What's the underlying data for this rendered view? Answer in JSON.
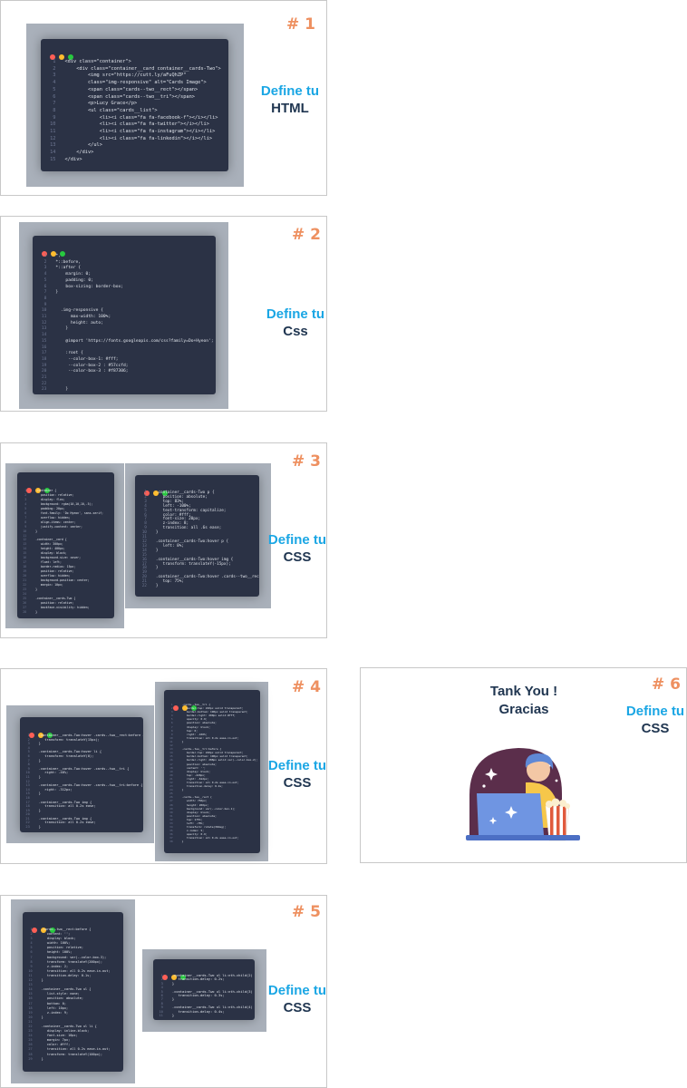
{
  "slides": [
    {
      "number": "# 1",
      "label_line1": "Define tu",
      "label_line2": "HTML",
      "code": [
        "<div class=\"container\">",
        "    <div class=\"container__card container__cards-Two\">",
        "        <img src=\"https://cutt.ly/aFuQhZP\"",
        "        class=\"img-responsive\" alt=\"Cards Image\">",
        "        <span class=\"cards--two__rect\"></span>",
        "        <span class=\"cards--two__tri\"></span>",
        "        <p>Lucy Grace</p>",
        "        <ul class=\"cards__list\">",
        "            <li><i class=\"fa fa-facebook-f\"></i></li>",
        "            <li><i class=\"fa fa-twitter\"></i></li>",
        "            <li><i class=\"fa fa-instagram\"></i></li>",
        "            <li><i class=\"fa fa-linkedin\"></i></li>",
        "        </ul>",
        "    </div>",
        "</div>"
      ]
    },
    {
      "number": "# 2",
      "label_line1": "Define tu",
      "label_line2": "Css",
      "code": [
        "*,",
        "*::before,",
        "*::after {",
        "    margin: 0;",
        "    padding: 0;",
        "    box-sizing: border-box;",
        "}",
        "",
        "",
        "  .img-responsive {",
        "      max-width: 100%;",
        "      height: auto;",
        "    }",
        "",
        "    @import 'https://fonts.googleapis.com/css?family=Do+Hyeon';",
        "",
        "    :root {",
        "     --color-box-1: #fff;",
        "     --color-box-2 : #57ccfd;",
        "     --color-box-3 : #f87306;",
        "",
        "",
        "    }"
      ]
    },
    {
      "number": "# 3",
      "label_line1": "Define tu",
      "label_line2": "CSS",
      "code_a": [
        ".container {",
        "   position: relative;",
        "   display: flex;",
        "   background: rgba(10,10,10,.5);",
        "   padding: 20px;",
        "   font-family: 'Do Hyeon', sans-serif;",
        "   overflow: hidden;",
        "   align-items: center;",
        "   justify-content: center;",
        "}",
        "",
        ".container__card {",
        "   width: 300px;",
        "   height: 400px;",
        "   display: block;",
        "   background-size: cover;",
        "   float: left;",
        "   border-radius: 15px;",
        "   position: relative;",
        "   overflow: hidden;",
        "   background-position: center;",
        "   margin: 10px;",
        "}",
        "",
        ".container__cards-Two {",
        "   position: relative;",
        "   backface-visibility: hidden;",
        "}"
      ],
      "code_b": [
        ".container__cards-Two p {",
        "   position: absolute;",
        "   top: 83%;",
        "   left: -100%;",
        "   text-transform: capitalize;",
        "   color: #fff;",
        "   font-size: 20px;",
        "   z-index: 8;",
        "   transition: all .6s ease;",
        "}",
        "",
        ".container__cards-Two:hover p {",
        "   left: 8%;",
        "}",
        "",
        ".container__cards-Two:hover img {",
        "   transform: translateY(-15px);",
        "}",
        "",
        ".container__cards-Two:hover .cards--two__rect {",
        "   top: 75%;",
        "}"
      ]
    },
    {
      "number": "# 4",
      "label_line1": "Define tu",
      "label_line2": "CSS",
      "code_a": [
        ".container__cards-Two:hover .cards--two__rect:before {",
        "   transform: translateY(15px);",
        "}",
        "",
        ".container__cards-Two:hover li {",
        "   transform: translateY(0);",
        "}",
        "",
        ".container__cards-Two:hover .cards--two__tri {",
        "   right: -40%;",
        "}",
        "",
        ".container__cards-Two:hover .cards--two__tri:before {",
        "   right: -312px;",
        "}",
        "",
        ".container__cards-Two img {",
        "   transition: all 0.2s ease;",
        "}",
        "",
        ".container__cards-Two img {",
        "   transition: all 0.2s ease;",
        "}"
      ],
      "code_b": [
        ".cards--two__tri {",
        "   border-top: 220px solid transparent;",
        "   border-bottom: 190px solid transparent;",
        "   border-right: 200px solid #fff;",
        "   opacity: 0.9;",
        "   position: absolute;",
        "   display: block;",
        "   top: 0;",
        "   right: -100%;",
        "   transition: all 0.2s ease-in-out;",
        "}",
        "",
        ".cards--two__tri:before {",
        "   border-top: 220px solid transparent;",
        "   border-bottom: 190px solid transparent;",
        "   border-right: 288px solid var(--color-box-2);",
        "   position: absolute;",
        "   content: '';",
        "   display: block;",
        "   top: -220px;",
        "   right: -612px;",
        "   transition: all 0.2s ease-in-out;",
        "   transition-delay: 0.2s;",
        "}",
        "",
        ".cards--two__rect {",
        "   width: 750px;",
        "   height: 200px;",
        "   background: var(--color-box-1);",
        "   display: block;",
        "   position: absolute;",
        "   top: 175%;",
        "   left: -78%;",
        "   transform: rotate(30deg);",
        "   z-index: 5;",
        "   opacity: 0.9;",
        "   transition: all 0.2s ease-in-out;",
        "}"
      ]
    },
    {
      "number": "# 5",
      "label_line1": "Define tu",
      "label_line2": "CSS",
      "code_a": [
        ".cards--two__rect:before {",
        "   content: '';",
        "   display: block;",
        "   width: 100%;",
        "   position: relative;",
        "   height: 100%;",
        "   background: var(--color-box-3);",
        "   transform: translateY(200px);",
        "   z-index: 2;",
        "   transition: all 0.2s ease-in-out;",
        "   transition-delay: 0.1s;",
        "}",
        "",
        ".container__cards-Two ul {",
        "   list-style: none;",
        "   position: absolute;",
        "   bottom: 0;",
        "   left: 10px;",
        "   z-index: 9;",
        "}",
        "",
        ".container__cards-Two ul li {",
        "   display: inline-block;",
        "   font-size: 16px;",
        "   margin: 7px;",
        "   color: #fff;",
        "   transition: all 0.2s ease-in-out;",
        "   transform: translateY(100px);",
        "}"
      ],
      "code_b": [
        ".container__cards-Two ul li:nth-child(2) {",
        "   transition-delay: 0.2s;",
        "}",
        "",
        ".container__cards-Two ul li:nth-child(3) {",
        "   transition-delay: 0.3s;",
        "}",
        "",
        ".container__cards-Two ul li:nth-child(4) {",
        "   transition-delay: 0.4s;",
        "}"
      ]
    },
    {
      "number": "# 6",
      "label_line1": "Define tu",
      "label_line2": "CSS",
      "thanks_line1": "Tank You !",
      "thanks_line2": "Gracias"
    }
  ]
}
